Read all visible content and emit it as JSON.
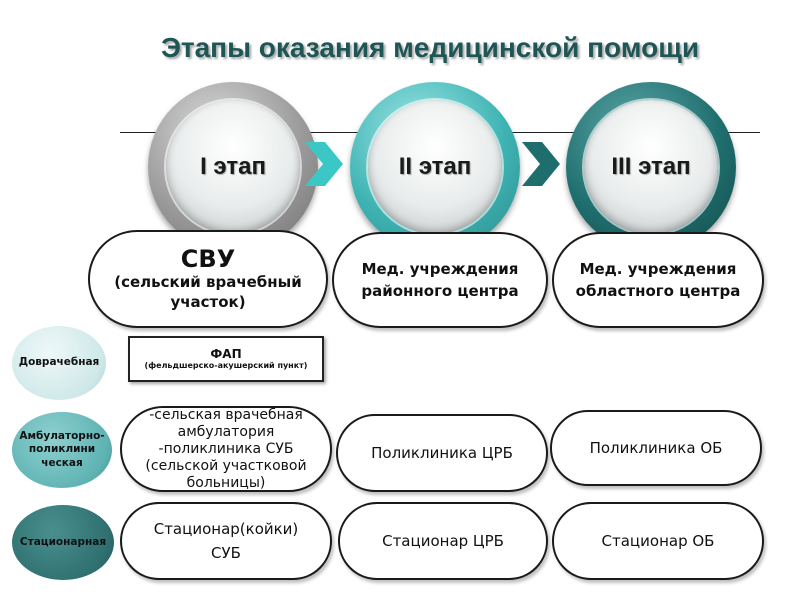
{
  "title": "Этапы оказания медицинской помощи",
  "colors": {
    "title": "#1e5555",
    "stage1": "#9a9a9a",
    "stage2": "#3fb3b3",
    "stage3": "#1f6e6e",
    "chevron1": "#3cc7c7",
    "chevron2": "#1f6e6e"
  },
  "stages": [
    {
      "label": "I этап"
    },
    {
      "label": "II этап"
    },
    {
      "label": "III этап"
    }
  ],
  "institutions": {
    "stage1": {
      "abbr": "СВУ",
      "full": "(сельский врачебный участок)"
    },
    "stage2": {
      "text": "Мед. учреждения районного центра"
    },
    "stage3": {
      "text": "Мед. учреждения областного центра"
    }
  },
  "levels": [
    {
      "label": "Доврачебная"
    },
    {
      "label": "Амбулаторно-поликлини ческая"
    },
    {
      "label": "Стационарная"
    }
  ],
  "fap": {
    "abbr": "ФАП",
    "full": "(фельдшерско-акушерский пункт)"
  },
  "ambulatory": {
    "stage1": "-сельская врачебная амбулатория -поликлиника СУБ (сельской участковой больницы)",
    "stage2": "Поликлиника ЦРБ",
    "stage3": "Поликлиника ОБ"
  },
  "inpatient": {
    "stage1": "Стационар(койки) СУБ",
    "stage2": "Стационар ЦРБ",
    "stage3": "Стационар ОБ"
  }
}
